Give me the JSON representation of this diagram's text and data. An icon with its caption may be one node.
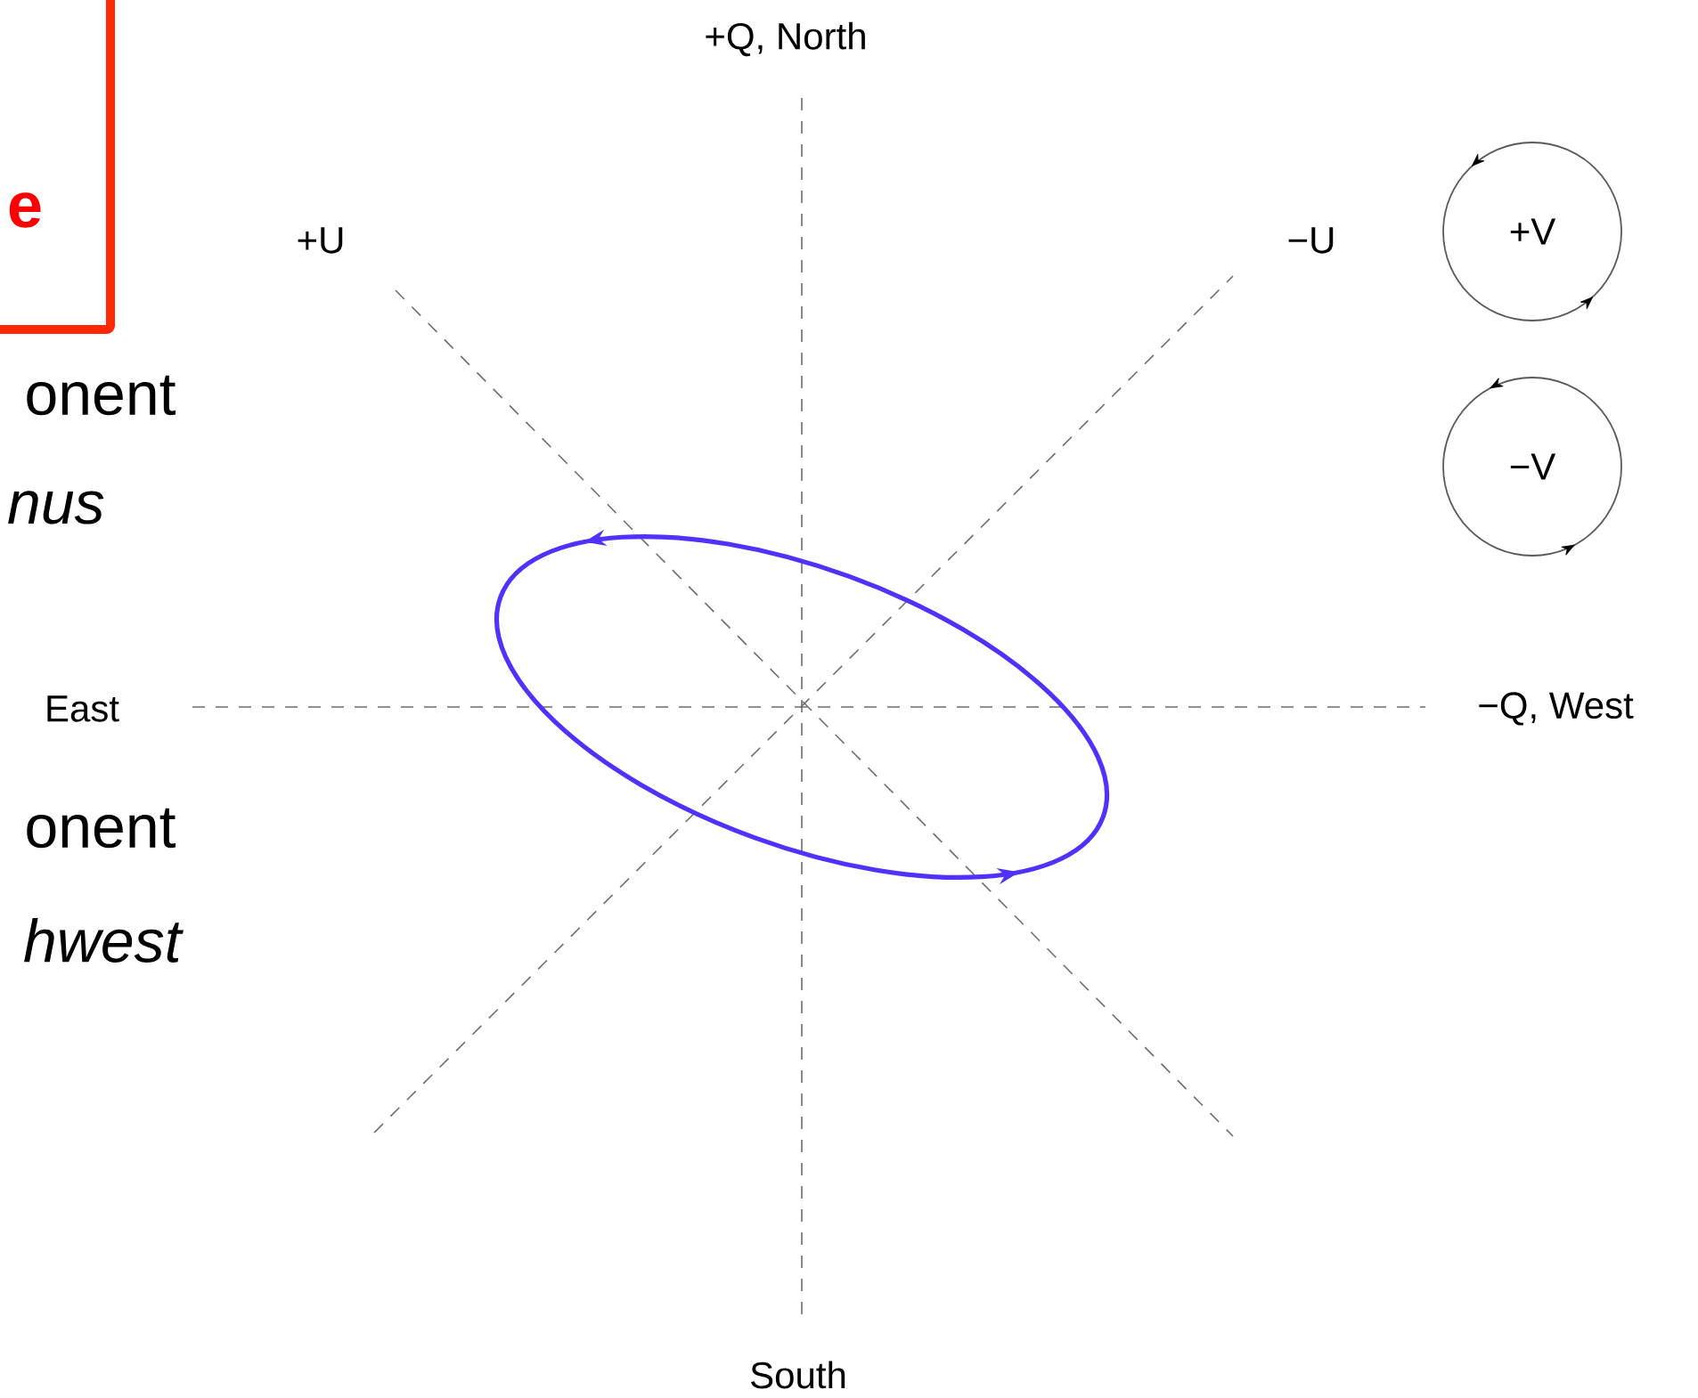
{
  "diagram": {
    "nodes": [
      {
        "text": [
          "e"
        ]
      },
      {
        "text": [
          "+V"
        ]
      },
      {
        "text": [
          "−V"
        ]
      }
    ],
    "labels": [
      "+Q, North",
      "+U",
      "−U",
      "onent",
      "nus",
      "East",
      "−Q, West",
      "onent",
      "hwest",
      "South"
    ]
  }
}
